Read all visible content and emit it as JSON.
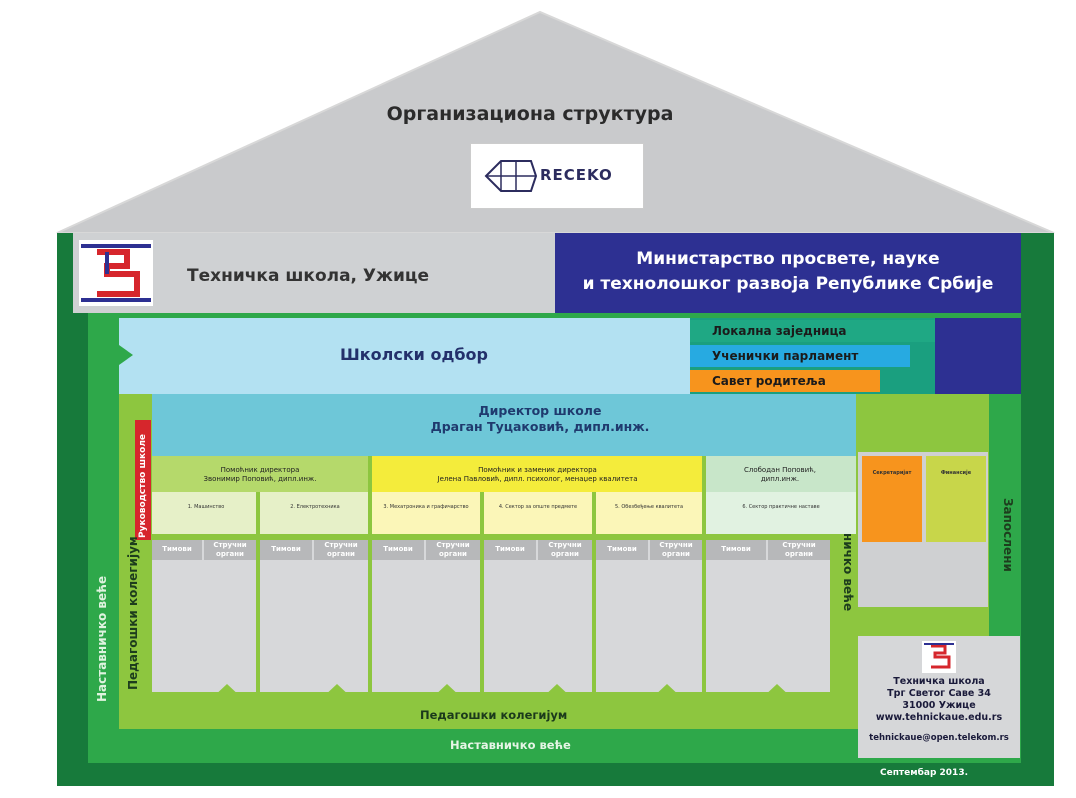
{
  "roof": {
    "title": "Организациона структура",
    "logo": "RECEKO"
  },
  "header": {
    "school_name": "Техничка школа, Ужице",
    "ministry_line1": "Министарство просвете, науке",
    "ministry_line2": "и технолошког развоја Републике Србије"
  },
  "board": {
    "label": "Школски одбор",
    "tags": [
      "Локална заједница",
      "Ученички парламент",
      "Савет родитеља"
    ]
  },
  "director": {
    "line1": "Директор школе",
    "line2": "Драган Туцаковић, дипл.инж."
  },
  "side_labels": {
    "management": "Руководство школе",
    "pedagogical_collegium_left": "Педагошки колегијум",
    "teachers_council_left": "Наставничко веће",
    "teachers_council_right": "Наставничко веће",
    "employees": "Запослени"
  },
  "departments": [
    {
      "head": "Помоћник директора\nЗвонимир Поповић, дипл.инж."
    },
    {
      "head": "Помоћник и заменик директора\nЈелена Павловић, дипл. психолог, менаџер квалитета"
    },
    {
      "head": "Слободан Поповић,\nдипл.инж."
    }
  ],
  "units": [
    "1. Машинство",
    "2. Електротехника",
    "3. Мехатроника и графичарство",
    "4. Сектор за опште предмете",
    "5. Обезбеђење квалитета",
    "6. Сектор практичне наставе"
  ],
  "col_headers": {
    "teams": "Тимови",
    "bodies": "Стручни органи"
  },
  "right_units": [
    {
      "label": "Секретаријат"
    },
    {
      "label": "Финансије"
    }
  ],
  "footer": {
    "pedagogical_collegium": "Педагошки колегијум",
    "teachers_council": "Наставничко веће"
  },
  "info": {
    "line1": "Техничка школа",
    "line2": "Трг Светог Саве 34",
    "line3": "31000 Ужице",
    "web": "www.tehnickaue.edu.rs",
    "email": "tehnickaue@open.telekom.rs",
    "date": "Септембар 2013."
  },
  "colors": {
    "dark_green": "#177a3b",
    "green": "#2ea84a",
    "light_green": "#8dc63f",
    "light_blue": "#b3e1f2",
    "teal": "#6ec7d8",
    "navy": "#2d3092",
    "orange": "#f7941d",
    "yellow": "#f4ec3b",
    "red": "#d6262c"
  }
}
